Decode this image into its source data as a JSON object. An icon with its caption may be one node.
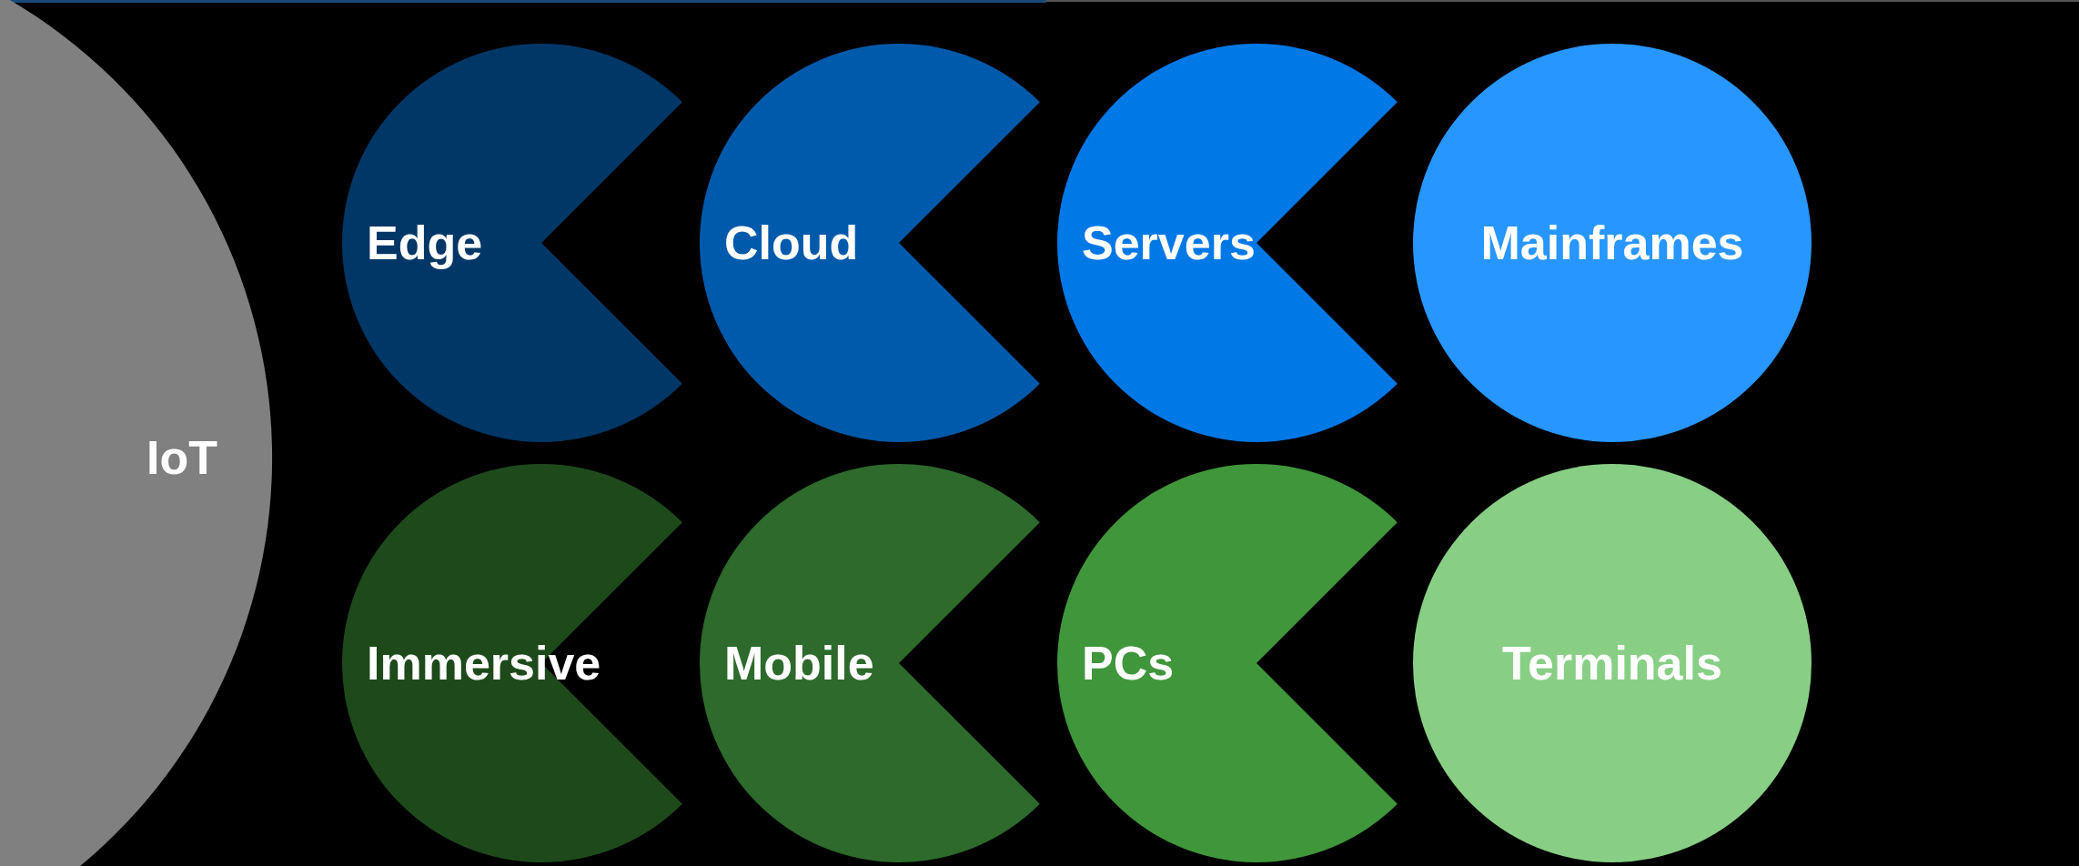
{
  "diagram": {
    "nodes": [
      {
        "text": [
          "IoT"
        ]
      },
      {
        "text": [
          "Edge"
        ]
      },
      {
        "text": [
          "Cloud"
        ]
      },
      {
        "text": [
          "Servers"
        ]
      },
      {
        "text": [
          "Mainframes"
        ]
      },
      {
        "text": [
          "Immersive"
        ]
      },
      {
        "text": [
          "Mobile"
        ]
      },
      {
        "text": [
          "PCs"
        ]
      },
      {
        "text": [
          "Terminals"
        ]
      }
    ]
  }
}
